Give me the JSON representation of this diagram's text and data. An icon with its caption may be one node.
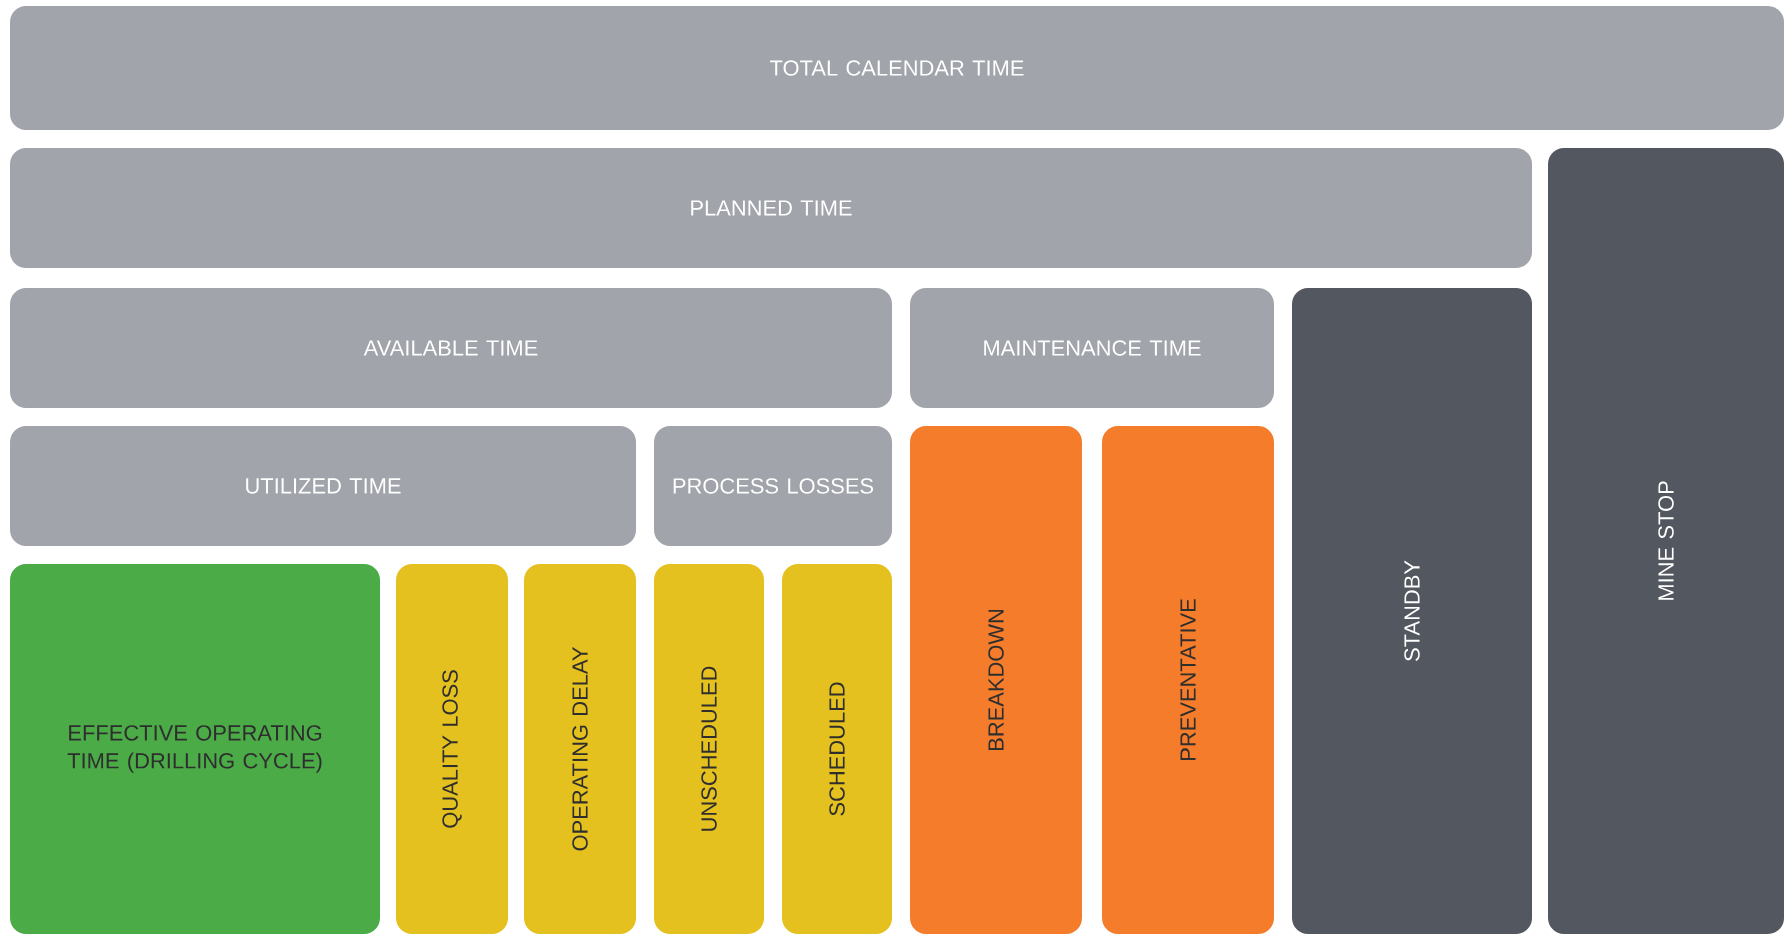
{
  "diagram": {
    "nodes": [
      {
        "text": [
          "TOTAL CALENDAR TIME"
        ]
      },
      {
        "text": [
          "PLANNED TIME"
        ]
      },
      {
        "text": [
          "MINE STOP"
        ]
      },
      {
        "text": [
          "AVAILABLE TIME"
        ]
      },
      {
        "text": [
          "MAINTENANCE TIME"
        ]
      },
      {
        "text": [
          "STANDBY"
        ]
      },
      {
        "text": [
          "UTILIZED TIME"
        ]
      },
      {
        "text": [
          "PROCESS LOSSES"
        ]
      },
      {
        "text": [
          "BREAKDOWN"
        ]
      },
      {
        "text": [
          "PREVENTATIVE"
        ]
      },
      {
        "text": [
          "EFFECTIVE OPERATING TIME (DRILLING CYCLE)"
        ]
      },
      {
        "text": [
          "QUALITY LOSS"
        ]
      },
      {
        "text": [
          "OPERATING DELAY"
        ]
      },
      {
        "text": [
          "UNSCHEDULED"
        ]
      },
      {
        "text": [
          "SCHEDULED"
        ]
      }
    ]
  }
}
